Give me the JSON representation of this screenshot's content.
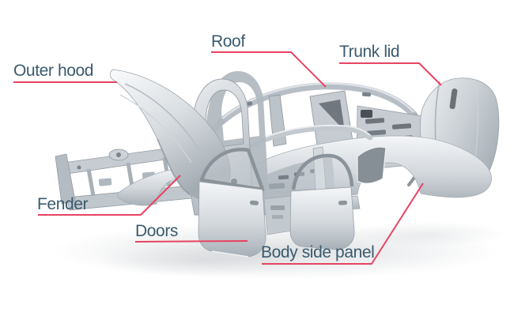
{
  "diagram": {
    "subject": "car body-in-white exploded view",
    "labels": [
      {
        "id": "outer-hood",
        "text": "Outer hood"
      },
      {
        "id": "roof",
        "text": "Roof"
      },
      {
        "id": "trunk-lid",
        "text": "Trunk lid"
      },
      {
        "id": "fender",
        "text": "Fender"
      },
      {
        "id": "doors",
        "text": "Doors"
      },
      {
        "id": "body-side-panel",
        "text": "Body side panel"
      }
    ],
    "colors": {
      "label_text": "#3b5a6e",
      "leader_line": "#e84362",
      "background": "#ffffff",
      "car_silver_light": "#f4f6f8",
      "car_silver_mid": "#c6ccd2",
      "car_silver_dark": "#9aa2a9"
    }
  }
}
